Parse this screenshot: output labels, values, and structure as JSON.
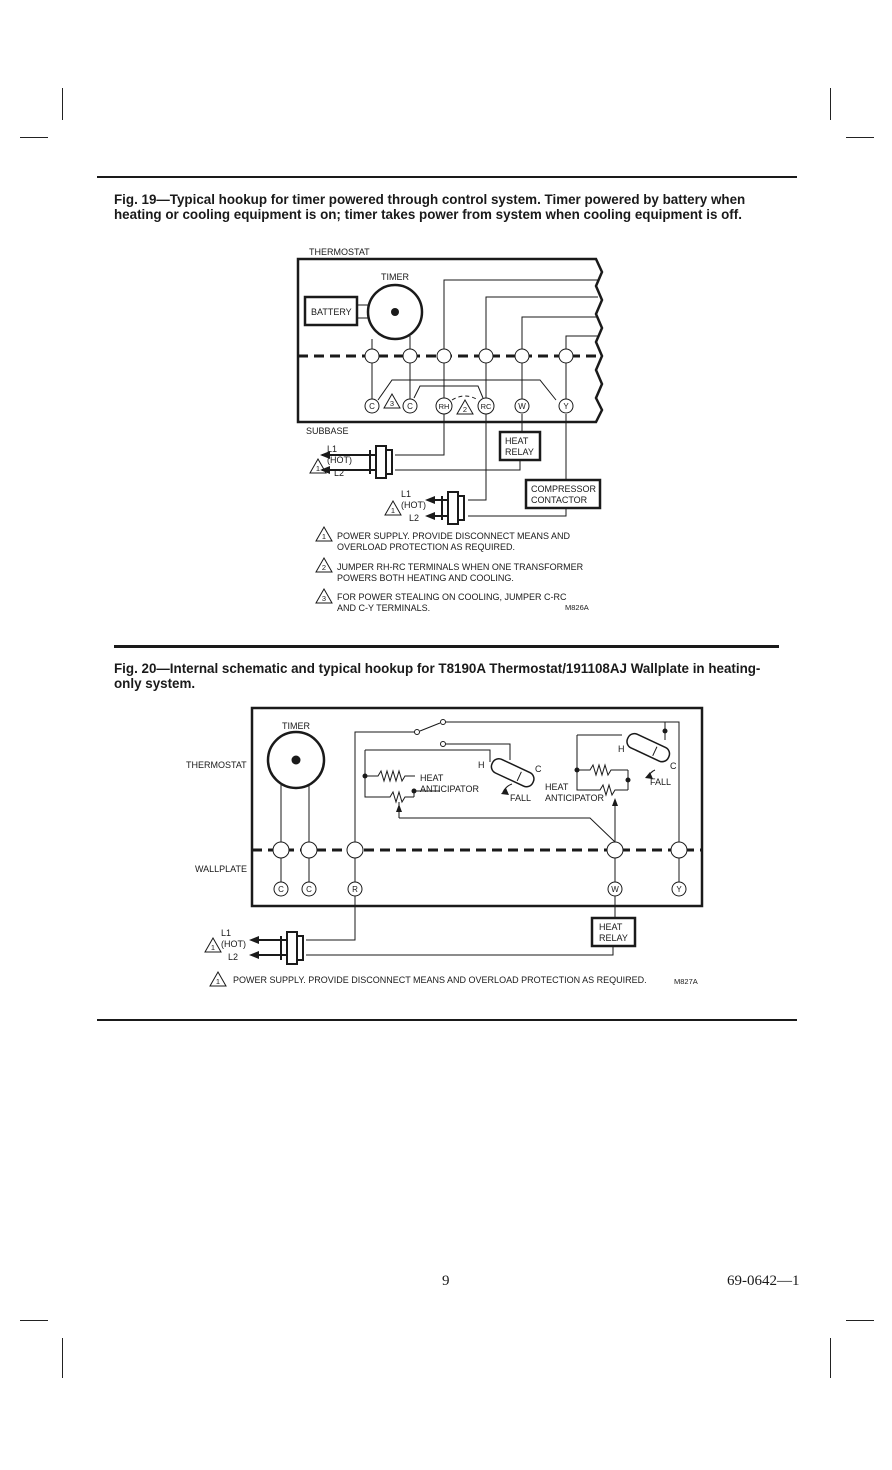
{
  "fig19": {
    "caption": "Fig. 19—Typical hookup for timer powered through control system. Timer powered by battery when heating or cooling equipment is on; timer takes power from system when cooling equipment is off.",
    "labels": {
      "thermostat": "THERMOSTAT",
      "timer": "TIMER",
      "battery": "BATTERY",
      "subbase": "SUBBASE",
      "heat_relay_1": "HEAT",
      "heat_relay_2": "RELAY",
      "compressor_1": "COMPRESSOR",
      "compressor_2": "CONTACTOR",
      "l1": "L1",
      "hot": "(HOT)",
      "l2": "L2",
      "tri1": "1",
      "tri2": "2",
      "tri3": "3"
    },
    "terminals": [
      "C",
      "C",
      "RH",
      "RC",
      "W",
      "Y"
    ],
    "notes": [
      {
        "num": "1",
        "line1": "POWER SUPPLY.  PROVIDE DISCONNECT MEANS AND",
        "line2": "OVERLOAD PROTECTION AS REQUIRED."
      },
      {
        "num": "2",
        "line1": "JUMPER RH-RC TERMINALS WHEN ONE TRANSFORMER",
        "line2": "POWERS BOTH HEATING AND COOLING."
      },
      {
        "num": "3",
        "line1": "FOR POWER STEALING ON COOLING, JUMPER C-RC",
        "line2": "AND C-Y TERMINALS."
      }
    ],
    "code": "M826A"
  },
  "fig20": {
    "caption": "Fig. 20—Internal schematic and typical hookup for T8190A Thermostat/191108AJ Wallplate in heating-only system.",
    "labels": {
      "timer": "TIMER",
      "thermostat": "THERMOSTAT",
      "wallplate": "WALLPLATE",
      "heat_anticipator_1": "HEAT",
      "heat_anticipator_2": "ANTICIPATOR",
      "fall": "FALL",
      "h": "H",
      "c": "C",
      "heat_relay_1": "HEAT",
      "heat_relay_2": "RELAY",
      "l1": "L1",
      "hot": "(HOT)",
      "l2": "L2",
      "tri1": "1"
    },
    "terminals": [
      "C",
      "C",
      "R",
      "W",
      "Y"
    ],
    "note": "POWER SUPPLY.  PROVIDE DISCONNECT MEANS AND OVERLOAD PROTECTION AS REQUIRED.",
    "code": "M827A"
  },
  "footer": {
    "page_number": "9",
    "doc_number": "69-0642—1"
  }
}
